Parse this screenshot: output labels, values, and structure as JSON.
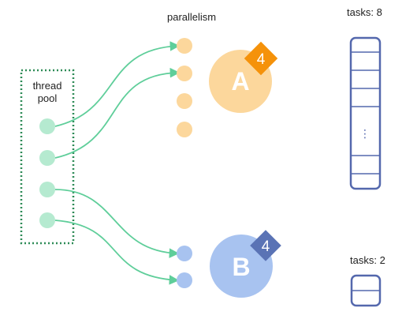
{
  "labels": {
    "parallelism": "parallelism",
    "thread_pool_line1": "thread",
    "thread_pool_line2": "pool",
    "tasks_a": "tasks: 8",
    "tasks_b": "tasks: 2"
  },
  "groups": [
    {
      "letter": "A",
      "badge": "4",
      "slots": 4,
      "tasks": 8,
      "color": "#fcd79c",
      "badge_color": "#f5920a"
    },
    {
      "letter": "B",
      "badge": "4",
      "slots": 2,
      "tasks": 2,
      "color": "#a8c3f0",
      "badge_color": "#5a73b5"
    }
  ],
  "thread_pool": {
    "threads": 4,
    "color": "#b5ead0",
    "border_color": "#2e8b57"
  },
  "arrow_color": "#5fce9a",
  "queue_color": "#5468ad",
  "ellipsis": "⋮"
}
